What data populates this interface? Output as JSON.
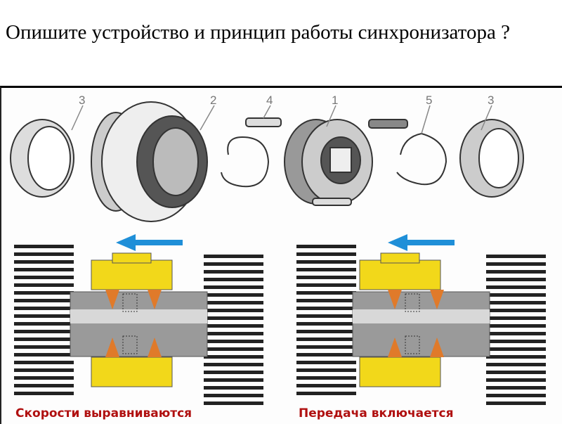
{
  "slide": {
    "title": "Опишите устройство и принцип работы синхронизатора ?"
  },
  "diagram": {
    "part_labels": [
      "3",
      "2",
      "4",
      "1",
      "5",
      "3"
    ],
    "captions": {
      "left": "Скорости выравниваются",
      "right": "Передача включается"
    },
    "colors": {
      "sleeve": "#f2d81a",
      "arrow": "#1f8fd8",
      "caption": "#b01010",
      "ring": "#e07a2a"
    }
  }
}
